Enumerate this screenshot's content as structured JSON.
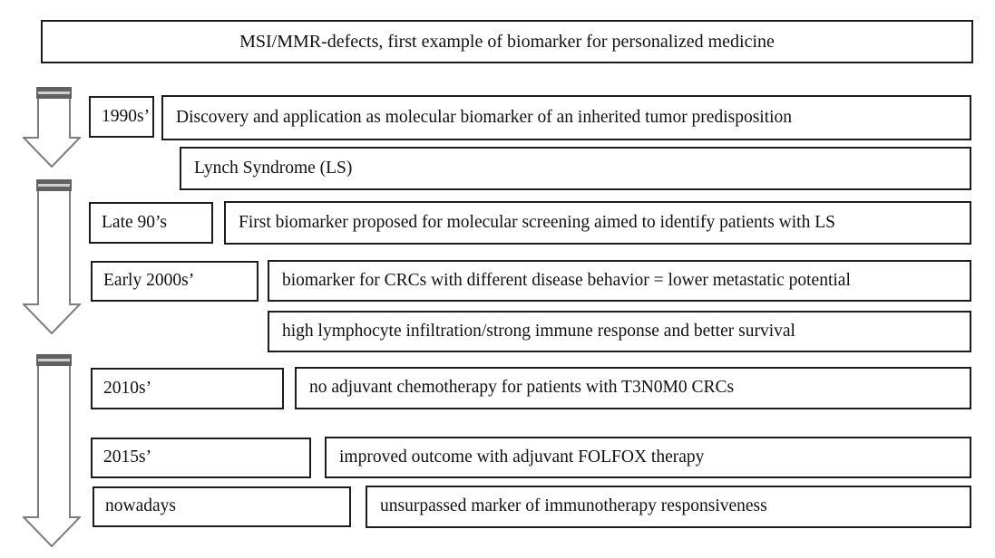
{
  "title": "MSI/MMR-defects, first example of biomarker for personalized medicine",
  "colors": {
    "background": "#ffffff",
    "box_border": "#1c1c1c",
    "text": "#111111",
    "arrow_outline": "#7d7d7d",
    "arrow_fill": "#ffffff",
    "arrow_cap": "#616161",
    "arrow_cap_stripe": "#cfcfcf"
  },
  "icons": {
    "timeline_arrow": "down-arrow"
  },
  "timeline": {
    "rows": [
      {
        "label": "1990s’",
        "text": "Discovery and application as molecular biomarker of an inherited tumor predisposition"
      },
      {
        "label": "",
        "text": "Lynch Syndrome (LS)"
      },
      {
        "label": "Late 90’s",
        "text": "First biomarker proposed for molecular screening aimed to identify patients with LS"
      },
      {
        "label": "Early 2000s’",
        "text": "biomarker for CRCs with different disease behavior = lower metastatic potential"
      },
      {
        "label": "",
        "text": "high lymphocyte infiltration/strong immune response and better survival"
      },
      {
        "label": "2010s’",
        "text": "no adjuvant chemotherapy for patients with T3N0M0 CRCs"
      },
      {
        "label": "2015s’",
        "text": "improved outcome with adjuvant FOLFOX therapy"
      },
      {
        "label": "nowadays",
        "text": "unsurpassed marker of immunotherapy responsiveness"
      }
    ]
  }
}
